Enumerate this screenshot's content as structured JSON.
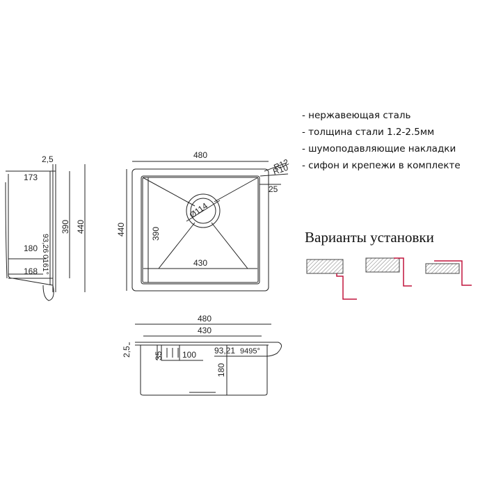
{
  "features": [
    "- нержавеющая сталь",
    "- толщина стали 1.2-2.5мм",
    "- шумоподавляющие накладки",
    "- сифон и крепежи в комплекте"
  ],
  "install_options_title": "Варианты установки",
  "dimensions": {
    "side": {
      "thickness": "2,5",
      "depth_top": "173",
      "height_inner": "390",
      "height_outer": "440",
      "depth_mid": "180",
      "depth_bottom": "168",
      "radius_value": "93,26",
      "angle": "0161°"
    },
    "top": {
      "width": "480",
      "r1": "R12",
      "r2": "R10",
      "rim": "25",
      "drain": "Ø114",
      "height_inner": "390",
      "height_outer": "440",
      "width_inner": "430"
    },
    "front": {
      "width_outer": "480",
      "width_inner": "430",
      "thickness": "2,5",
      "overflow_h": "35",
      "overflow_w": "100",
      "radius_value": "93,21",
      "angle": "9495°",
      "depth": "180"
    }
  },
  "colors": {
    "line": "#222222",
    "accent": "#c0143c",
    "hatch": "#777777"
  }
}
